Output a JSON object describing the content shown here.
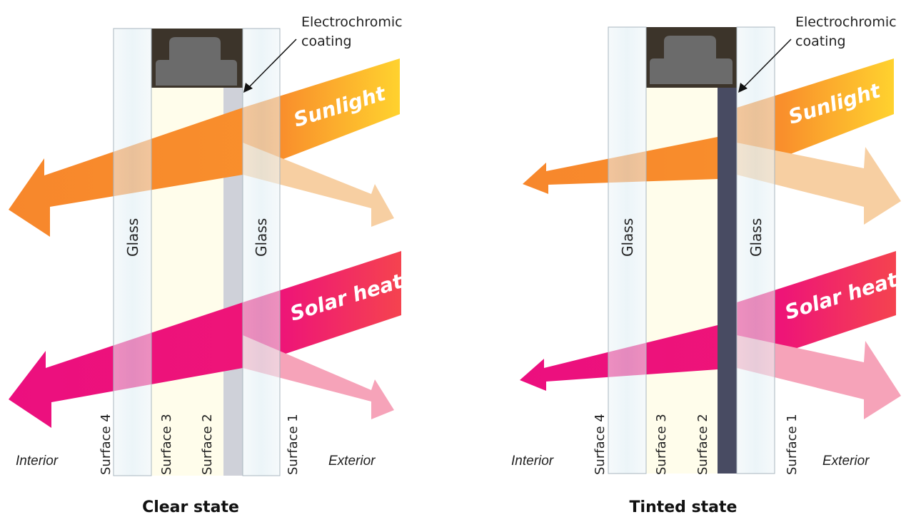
{
  "clear": {
    "sunlight": "Sunlight",
    "solar_heat": "Solar heat",
    "glass_inner": "Glass",
    "glass_outer": "Glass",
    "surface1": "Surface 1",
    "surface2": "Surface 2",
    "surface3": "Surface 3",
    "surface4": "Surface 4",
    "interior": "Interior",
    "exterior": "Exterior",
    "coating_line1": "Electrochromic",
    "coating_line2": "coating",
    "state": "Clear state"
  },
  "tinted": {
    "sunlight": "Sunlight",
    "solar_heat": "Solar heat",
    "glass_inner": "Glass",
    "glass_outer": "Glass",
    "surface1": "Surface 1",
    "surface2": "Surface 2",
    "surface3": "Surface 3",
    "surface4": "Surface 4",
    "interior": "Interior",
    "exterior": "Exterior",
    "coating_line1": "Electrochromic",
    "coating_line2": "coating",
    "state": "Tinted state"
  },
  "colors": {
    "sunlight_orange": "#f7872c",
    "sunlight_yellow": "#ffd22e",
    "sunlight_pale": "#f7cfa2",
    "heat_magenta": "#ec0f7f",
    "heat_red": "#f53d56",
    "heat_pale": "#f6a3b9",
    "glass": "#e6f1f6",
    "gap": "#fffdeb",
    "frame": "#3c342a",
    "spacer": "#6b6b6b",
    "coating_clear": "#c9ccd6",
    "coating_tinted": "#484b62"
  }
}
